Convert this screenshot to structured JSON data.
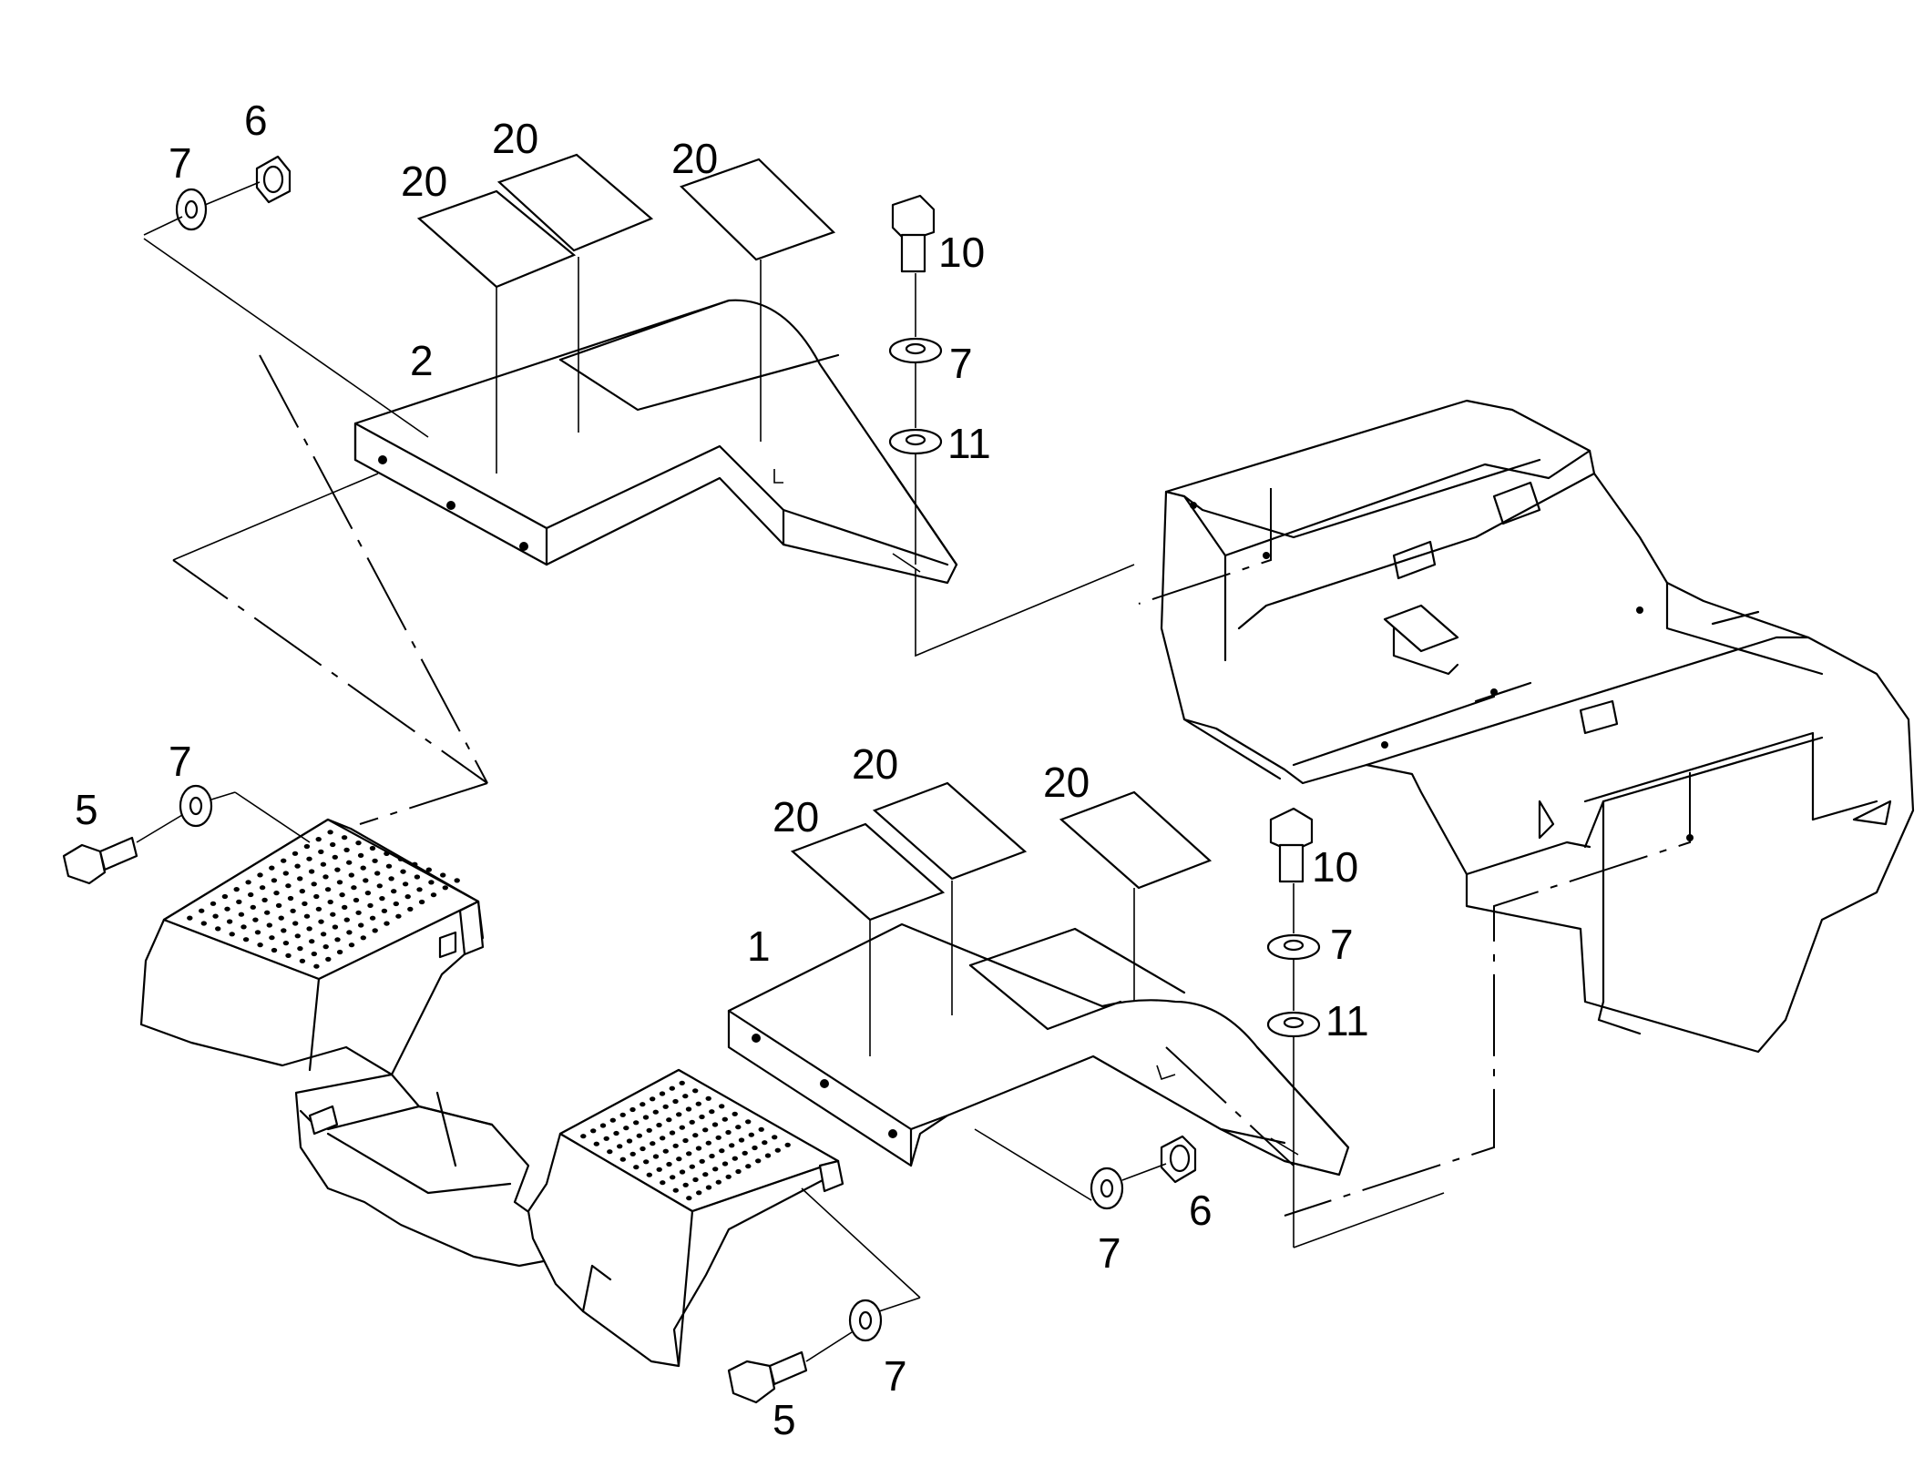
{
  "callouts": {
    "c6_top": "6",
    "c7_top": "7",
    "c20_a": "20",
    "c20_b": "20",
    "c20_c": "20",
    "c10_top": "10",
    "c7_mid_top": "7",
    "c11_top": "11",
    "c2": "2",
    "c7_left": "7",
    "c5_left": "5",
    "c20_d": "20",
    "c20_e": "20",
    "c20_f": "20",
    "c1": "1",
    "c10_right": "10",
    "c7_right": "7",
    "c11_right": "11",
    "c7_bottom_mid": "7",
    "c6_bottom": "6",
    "c7_bottom": "7",
    "c5_bottom": "5"
  }
}
